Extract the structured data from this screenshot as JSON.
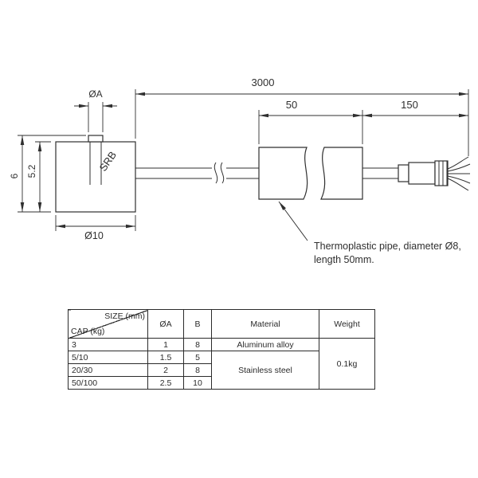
{
  "drawing": {
    "dims": {
      "cable_length": "3000",
      "pipe_section": "50",
      "end_section": "150",
      "button_dia": "ØA",
      "total_height": "6",
      "body_height": "5.2",
      "body_dia": "Ø10"
    },
    "body_label": "SRB",
    "note": {
      "line1": "Thermoplastic pipe, diameter Ø8,",
      "line2": "length 50mm."
    }
  },
  "spec_table": {
    "headers": {
      "size": "SIZE (mm)",
      "cap": "CAP (kg)",
      "dia_a": "ØA",
      "b": "B",
      "material": "Material",
      "weight": "Weight"
    },
    "rows": [
      {
        "cap": "3",
        "dia_a": "1",
        "b": "8"
      },
      {
        "cap": "5/10",
        "dia_a": "1.5",
        "b": "5"
      },
      {
        "cap": "20/30",
        "dia_a": "2",
        "b": "8"
      },
      {
        "cap": "50/100",
        "dia_a": "2.5",
        "b": "10"
      }
    ],
    "materials": {
      "aluminum": "Aluminum alloy",
      "stainless": "Stainless steel"
    },
    "weight": "0.1kg"
  },
  "colors": {
    "line": "#2f2f2f",
    "text": "#2b2b2b",
    "background": "#ffffff"
  }
}
